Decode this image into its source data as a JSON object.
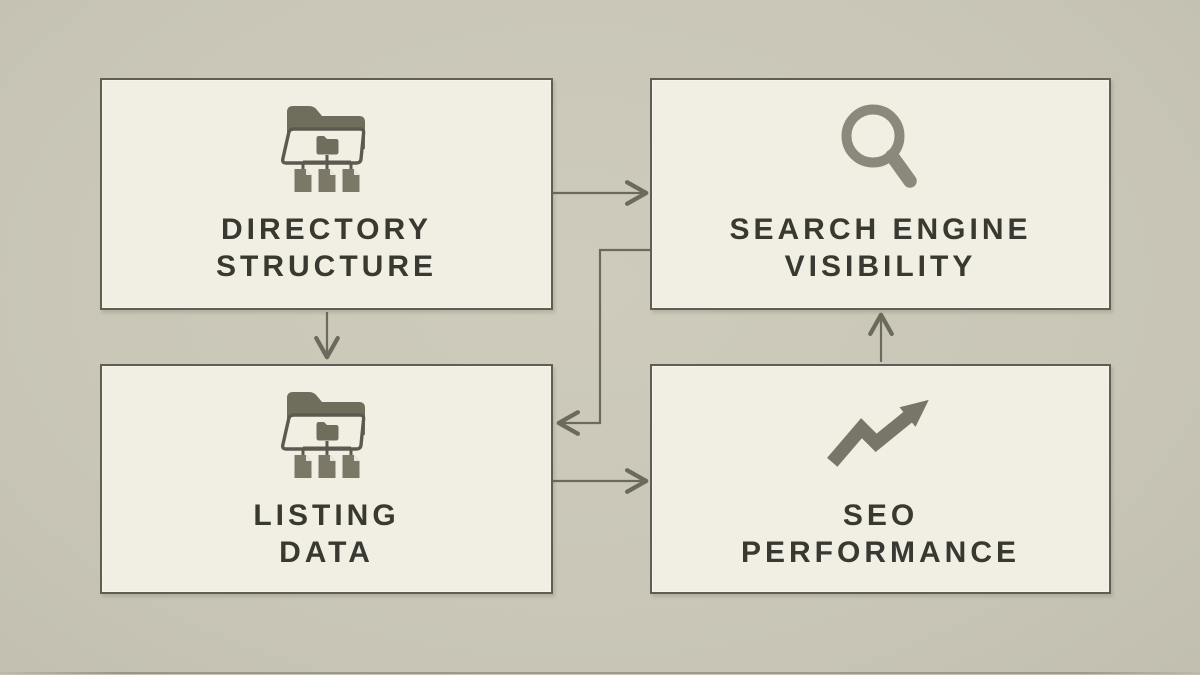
{
  "colors": {
    "background": "#c9c6b7",
    "box_fill": "#f1efe3",
    "box_border": "#5f5e51",
    "text": "#393831",
    "connector": "#6c6a5c",
    "icon_dark_gray": "#6f6d5c",
    "icon_mid_gray": "#7b7867",
    "icon_light_gray": "#8b897b"
  },
  "boxes": [
    {
      "id": "directory-structure",
      "icon": "folder-tree-icon",
      "line1": "DIRECTORY",
      "line2": "STRUCTURE"
    },
    {
      "id": "search-engine-visibility",
      "icon": "search-icon",
      "line1": "SEARCH ENGINE",
      "line2": "VISIBILITY"
    },
    {
      "id": "listing-data",
      "icon": "folder-tree-icon",
      "line1": "LISTING",
      "line2": "DATA"
    },
    {
      "id": "seo-performance",
      "icon": "trend-up-icon",
      "line1": "SEO",
      "line2": "PERFORMANCE"
    }
  ],
  "connections": [
    {
      "from": "directory-structure",
      "to": "search-engine-visibility",
      "shape": "straight-right"
    },
    {
      "from": "directory-structure",
      "to": "listing-data",
      "shape": "straight-down"
    },
    {
      "from": "search-engine-visibility",
      "to": "listing-data",
      "shape": "elbow-left-down-left"
    },
    {
      "from": "listing-data",
      "to": "seo-performance",
      "shape": "straight-right"
    },
    {
      "from": "seo-performance",
      "to": "search-engine-visibility",
      "shape": "straight-up"
    }
  ]
}
